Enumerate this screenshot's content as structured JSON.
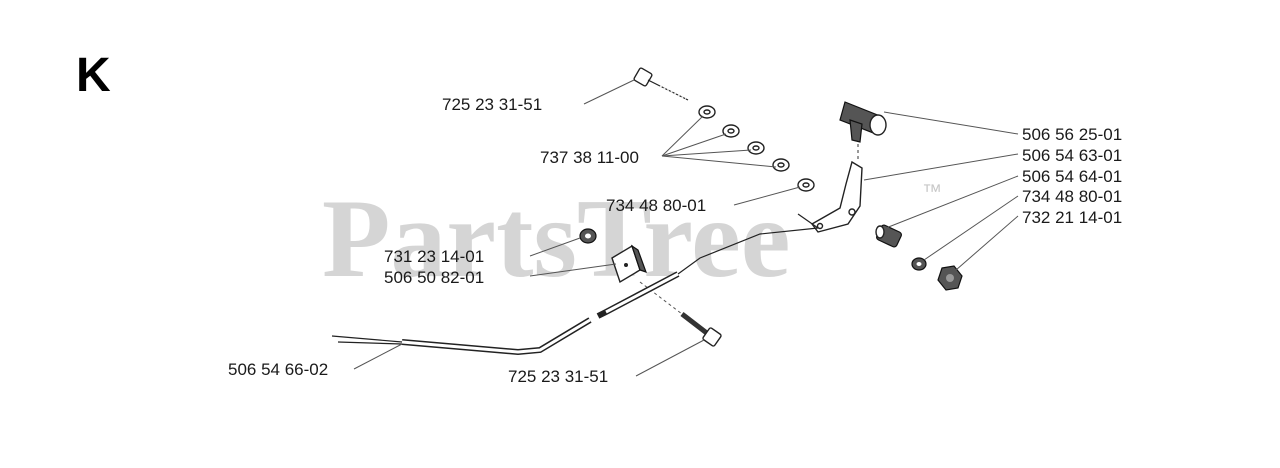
{
  "section_letter": "K",
  "watermark": {
    "text": "PartsTree",
    "trademark": "™"
  },
  "part_numbers": [
    "725 23 31-51",
    "737 38 11-00",
    "734 48 80-01",
    "731 23 14-01",
    "506 50 82-01",
    "506 54 66-02",
    "725 23 31-51",
    "506 56 25-01",
    "506 54 63-01",
    "506 54 64-01",
    "734 48 80-01",
    "732 21 14-01"
  ]
}
